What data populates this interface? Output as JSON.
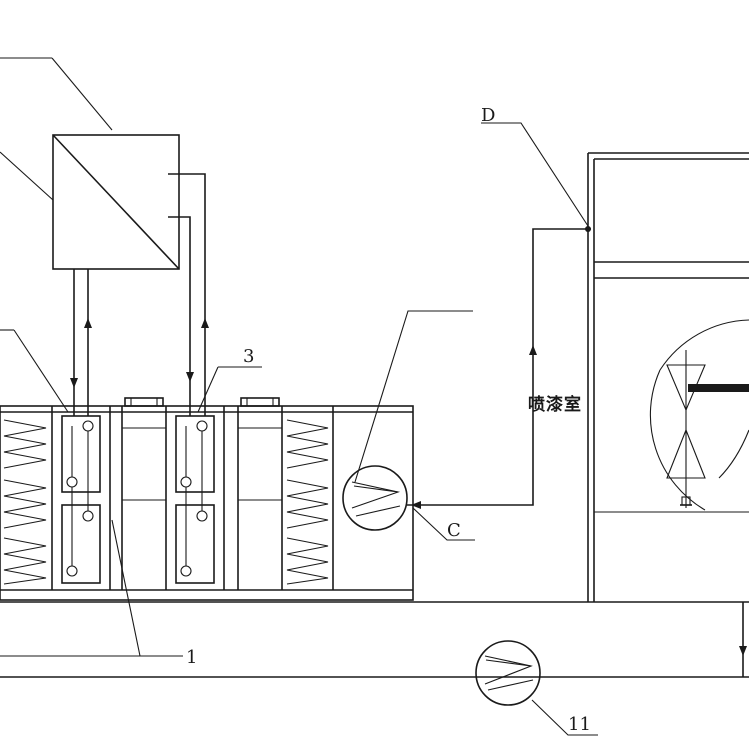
{
  "labels": {
    "D": "D",
    "three": "3",
    "C": "C",
    "one": "1",
    "eleven": "11",
    "room": "喷漆室"
  },
  "colors": {
    "line": "#1a1a1a",
    "background": "#ffffff"
  },
  "icons": {
    "fan": "fan-circle-icon",
    "heat_exchanger": "heat-exchanger-box-icon",
    "coil": "zigzag-coil-icon",
    "filter": "filter-cartridge-icon"
  }
}
